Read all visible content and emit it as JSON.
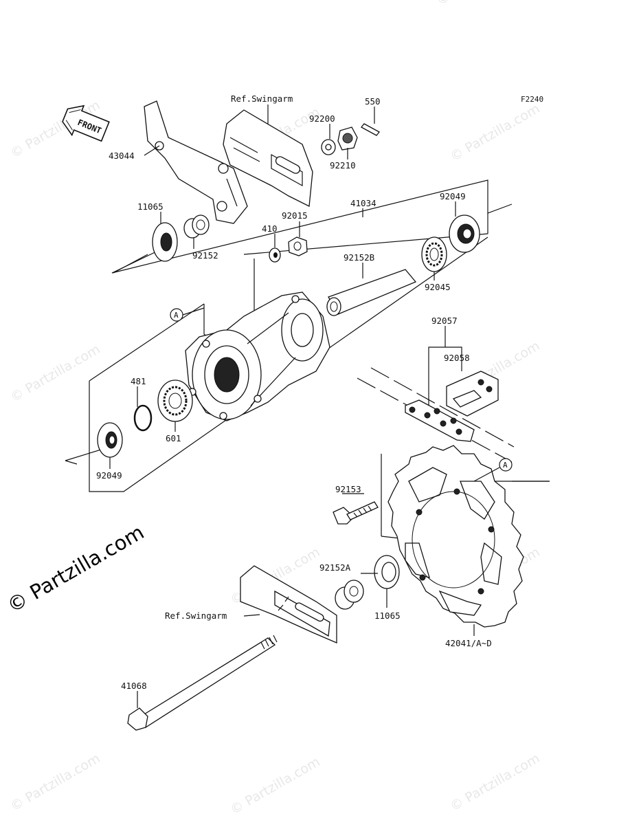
{
  "diagram_code": "F2240",
  "front_label": "FRONT",
  "watermark_text": "© Partzilla.com",
  "main_watermark": "© Partzilla.com",
  "callout_letter": "A",
  "labels": {
    "p43044": "43044",
    "ref_swingarm_top": "Ref.Swingarm",
    "p550": "550",
    "p92200": "92200",
    "p92210": "92210",
    "p11065_top": "11065",
    "p92152": "92152",
    "p410": "410",
    "p92015": "92015",
    "p41034": "41034",
    "p92049_top": "92049",
    "p92152B": "92152B",
    "p92045": "92045",
    "p92057": "92057",
    "p92058": "92058",
    "p481": "481",
    "p601": "601",
    "p92049_bot": "92049",
    "p92153": "92153",
    "p92152A": "92152A",
    "p11065_bot": "11065",
    "ref_swingarm_bot": "Ref.Swingarm",
    "p42041": "42041/A~D",
    "p41068": "41068"
  }
}
